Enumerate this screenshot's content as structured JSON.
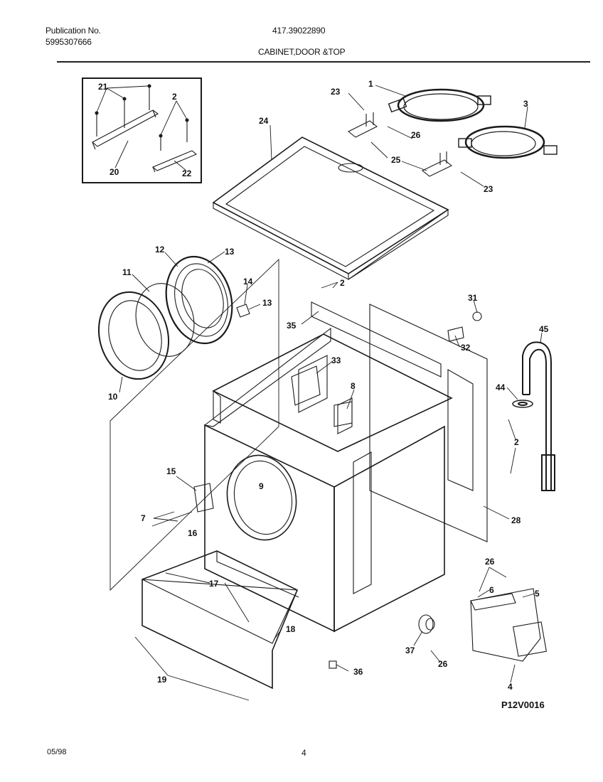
{
  "header": {
    "publication_label": "Publication No.",
    "publication_number": "5995307666",
    "model_number": "417.39022890",
    "section_title": "CABINET,DOOR &TOP"
  },
  "parts": [
    {
      "id": "21",
      "label": "21"
    },
    {
      "id": "2a",
      "label": "2"
    },
    {
      "id": "20",
      "label": "20"
    },
    {
      "id": "22",
      "label": "22"
    },
    {
      "id": "23a",
      "label": "23"
    },
    {
      "id": "1",
      "label": "1"
    },
    {
      "id": "3",
      "label": "3"
    },
    {
      "id": "24",
      "label": "24"
    },
    {
      "id": "26a",
      "label": "26"
    },
    {
      "id": "25",
      "label": "25"
    },
    {
      "id": "23b",
      "label": "23"
    },
    {
      "id": "12",
      "label": "12"
    },
    {
      "id": "13a",
      "label": "13"
    },
    {
      "id": "11",
      "label": "11"
    },
    {
      "id": "14",
      "label": "14"
    },
    {
      "id": "13b",
      "label": "13"
    },
    {
      "id": "10",
      "label": "10"
    },
    {
      "id": "2b",
      "label": "2"
    },
    {
      "id": "31",
      "label": "31"
    },
    {
      "id": "35",
      "label": "35"
    },
    {
      "id": "45",
      "label": "45"
    },
    {
      "id": "32",
      "label": "32"
    },
    {
      "id": "33",
      "label": "33"
    },
    {
      "id": "44",
      "label": "44"
    },
    {
      "id": "8",
      "label": "8"
    },
    {
      "id": "2c",
      "label": "2"
    },
    {
      "id": "15",
      "label": "15"
    },
    {
      "id": "9",
      "label": "9"
    },
    {
      "id": "7",
      "label": "7"
    },
    {
      "id": "16",
      "label": "16"
    },
    {
      "id": "28",
      "label": "28"
    },
    {
      "id": "26b",
      "label": "26"
    },
    {
      "id": "6",
      "label": "6"
    },
    {
      "id": "5",
      "label": "5"
    },
    {
      "id": "17",
      "label": "17"
    },
    {
      "id": "18",
      "label": "18"
    },
    {
      "id": "37",
      "label": "37"
    },
    {
      "id": "26c",
      "label": "26"
    },
    {
      "id": "36",
      "label": "36"
    },
    {
      "id": "19",
      "label": "19"
    },
    {
      "id": "4",
      "label": "4"
    }
  ],
  "figure_code": "P12V0016",
  "footer": {
    "date": "05/98",
    "page": "4"
  }
}
